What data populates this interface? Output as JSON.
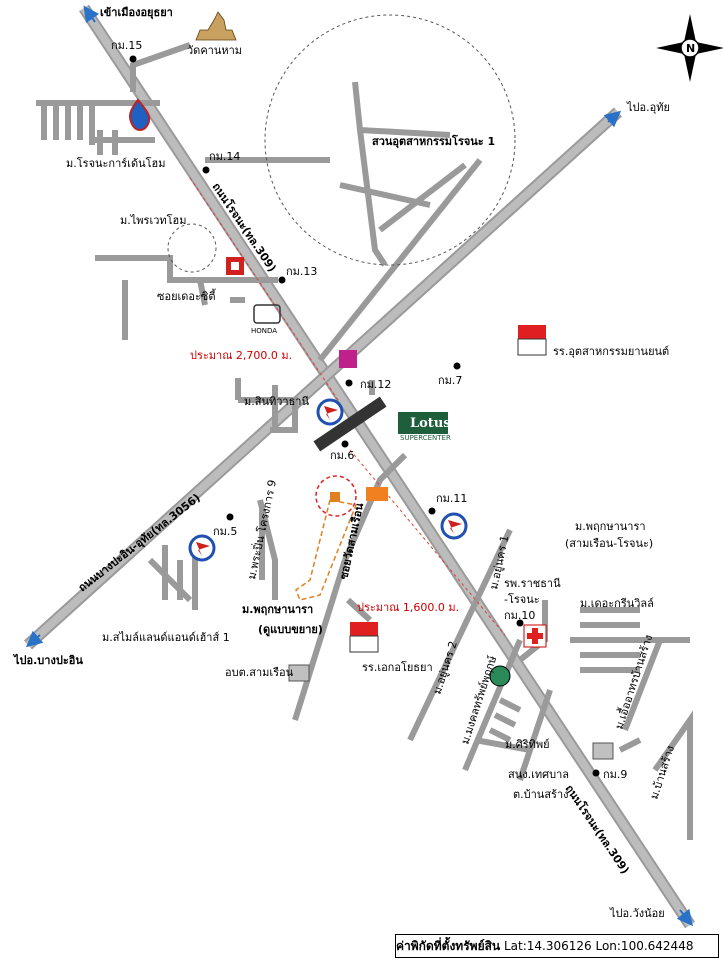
{
  "labels": {
    "to_ayutthaya_city": "เข้าเมืองอยุธยา",
    "km15": "กม.15",
    "wat_khan_hom": "วัดคานหาม",
    "rojana_garden_home": "ม.โรจนะการ์เด้นโฮม",
    "km14": "กม.14",
    "rojana_industrial_park": "สวนอุตสาหกรรมโรจนะ 1",
    "to_uthai": "ไปอ.อุทัย",
    "rojana_road_upper": "ถนนโรจนะ(ทล.309)",
    "phrai_wet_home": "ม.ไพรเวทโฮม",
    "km13": "กม.13",
    "soi_de_city": "ซอยเดอะซิตี้",
    "honda": "HONDA",
    "distance_upper": "ประมาณ 2,700.0 ม.",
    "auto_school": "รร.อุตสาหกรรมยานยนต์",
    "km7": "กม.7",
    "km12": "กม.12",
    "sin_thawi_thani": "ม.สินทิวาธานี",
    "lotus": "Lotus",
    "lotus_sub": "SUPERCENTER",
    "km6": "กม.6",
    "km11": "กม.11",
    "bang_pa_in_road": "ถนนบางปะอิน-อุทัย(ทล.3056)",
    "km5": "กม.5",
    "phra_pin_project": "ม.พระปิ่น โครงการ 9",
    "soi_wat_sam_ruean": "ซอยวัดสามเรือน",
    "soi_u_nakorn_1": "ม.อยู่นคร 1",
    "phruksa_nara_upper": "ม.พฤกษานารา",
    "phruksa_nara_upper2": "(สามเรือน-โรจนะ)",
    "smile_land": "ม.สไมล์แลนด์แอนด์เฮ้าส์ 1",
    "subject_name": "ม.พฤกษานารา",
    "subject_sub": "(ดูแบบขยาย)",
    "distance_lower": "ประมาณ 1,600.0 ม.",
    "hospital1": "รพ.ราชธานี",
    "hospital2": "-โรจนะ",
    "km10": "กม.10",
    "the_green_ville": "ม.เดอะกรีนวิลล์",
    "to_bang_pa_in": "ไปอ.บางปะอิน",
    "ekkochai_school": "รร.เอกอโยธยา",
    "sam_ruean_sao": "อบต.สามเรือน",
    "u_nakorn_2": "ม.อยู่นคร 2",
    "mongkol_ratchapruek": "ม.มงคลทรัพย์พฤกษ์",
    "sirithip": "ม.ศิริทิพย์",
    "baan_suang_1": "ม.เอื้ออาทรบ้านสร้าง",
    "baan_suang_2": "ม.บ้านสร้าง",
    "km9": "กม.9",
    "tessaban1": "สนง.เทศบาล",
    "tessaban2": "ต.บ้านสร้าง",
    "rojana_road_lower": "ถนนโรจนะ(ทล.309)",
    "to_wang_noi": "ไปอ.วังน้อย",
    "compass_n": "N"
  },
  "footer": {
    "title": "ค่าพิกัดที่ตั้งทรัพย์สิน",
    "lat": "Lat:14.306126",
    "lon": "Lon:100.642448"
  },
  "colors": {
    "road": "#9a9a9a",
    "distance_line": "#e04040",
    "subject_outline": "#e06020",
    "lotus": "#1e5e3a",
    "hospital": "#e02020"
  }
}
